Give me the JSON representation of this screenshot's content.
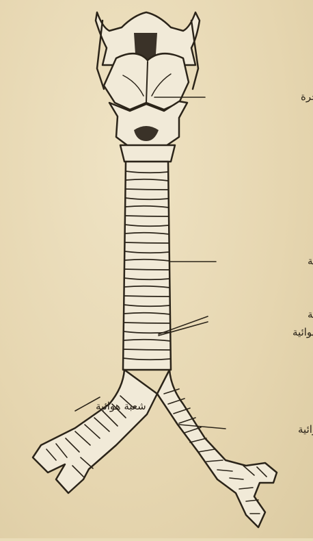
{
  "diagram": {
    "labels": {
      "larynx_cartilages": "غضاريف الحنجرة",
      "trachea": "القصبة الهوائية",
      "trachea_cartilages_line1": "غضاريف القصبة",
      "trachea_cartilages_line2": "الهوائية",
      "left_bronchus": "شعبة هوائية",
      "right_bronchus": "شعبة هوائية"
    },
    "colors": {
      "paper": "#eadcb8",
      "ink": "#2b2419"
    }
  }
}
